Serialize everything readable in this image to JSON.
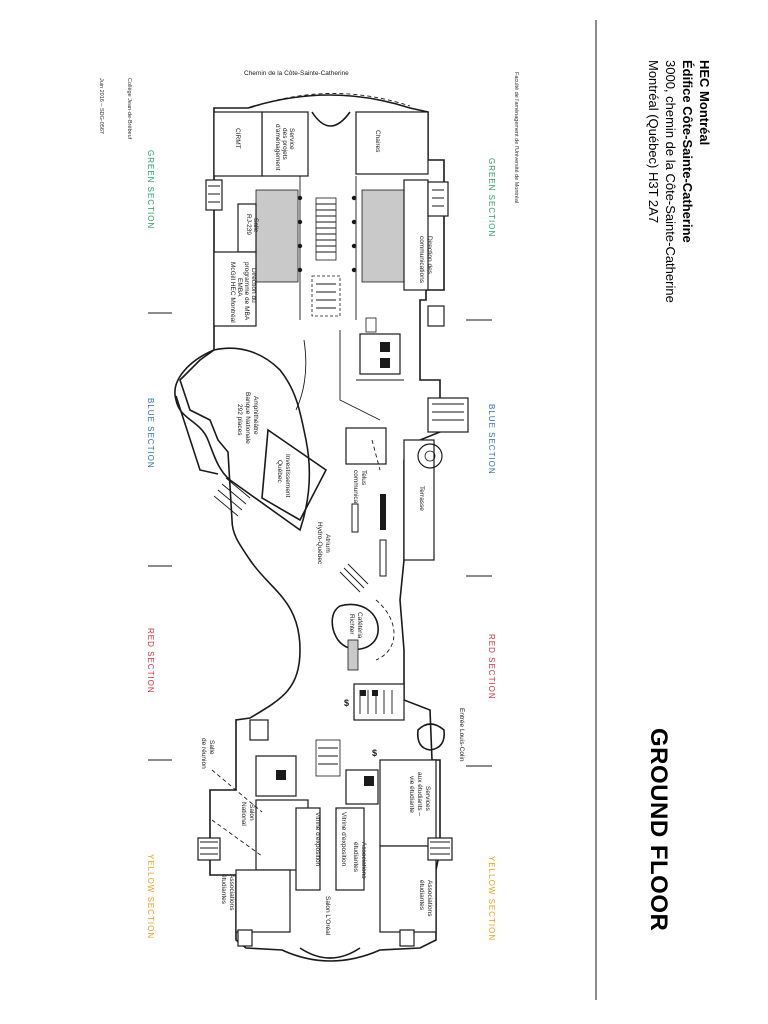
{
  "header": {
    "school": "HEC Montréal",
    "building": "Édifice Côte-Sainte-Catherine",
    "address_line1": "3000, chemin de la Côte-Sainte-Catherine",
    "address_line2": "Montréal (Québec) H3T 2A7"
  },
  "floor_title": "GROUND FLOOR",
  "street_label": "Chemin de la Côte-Sainte-Catherine",
  "neighbour_top": "Faculté de l'aménagement de l'Université de Montréal",
  "neighbour_bottom": "Collège Jean-de-Brébeuf",
  "date_code": "Juin 2016 – SDG-0567",
  "sections": {
    "green": {
      "label": "GREEN SECTION",
      "color": "#2a9d6a"
    },
    "blue": {
      "label": "BLUE SECTION",
      "color": "#2f6fb0"
    },
    "red": {
      "label": "RED SECTION",
      "color": "#d03040"
    },
    "yellow": {
      "label": "YELLOW SECTION",
      "color": "#e8a020"
    }
  },
  "rooms": {
    "chaires": "Chaires",
    "service_projets": [
      "Service",
      "des projets",
      "d'aménagement"
    ],
    "cirmt": "CIRMT",
    "direction_comm": [
      "Direction des",
      "communications"
    ],
    "salle_ru": [
      "Salle",
      "RJ-239"
    ],
    "direction_mba": [
      "Direction du",
      "programme de MBA",
      "EMBA",
      "McGill HEC Montréal"
    ],
    "amphi": [
      "Amphithéâtre",
      "Banque Nationale",
      "292 places"
    ],
    "invest_quebec": [
      "Investissement",
      "Québec"
    ],
    "salle_telecom": [
      "Telus",
      "communications"
    ],
    "terrasse": "Terrasse",
    "atrium": [
      "Atrium",
      "Hydro-Québec"
    ],
    "cafeteria": [
      "Cafétéria",
      "Richter"
    ],
    "entree": "Entrée Louis-Colin",
    "salle_reunion": [
      "Salle",
      "de réunion"
    ],
    "services_etudiants": [
      "Services",
      "aux étudiants –",
      "vie étudiante"
    ],
    "salon_national": [
      "Salon",
      "National"
    ],
    "assoc_etud_1": [
      "Associations",
      "étudiantes"
    ],
    "assoc_etud_2": [
      "Associations",
      "étudiantes"
    ],
    "assoc_etud_3": [
      "Associations",
      "étudiantes"
    ],
    "salon_loreal": "Salon L'Oréal",
    "vitrine_1": "Vitrine d'exposition",
    "vitrine_2": "Vitrine d'exposition"
  },
  "icons": [
    "elevator-icon",
    "stairs-icon",
    "restroom-icon",
    "atm-icon",
    "accessibility-icon",
    "info-icon"
  ]
}
